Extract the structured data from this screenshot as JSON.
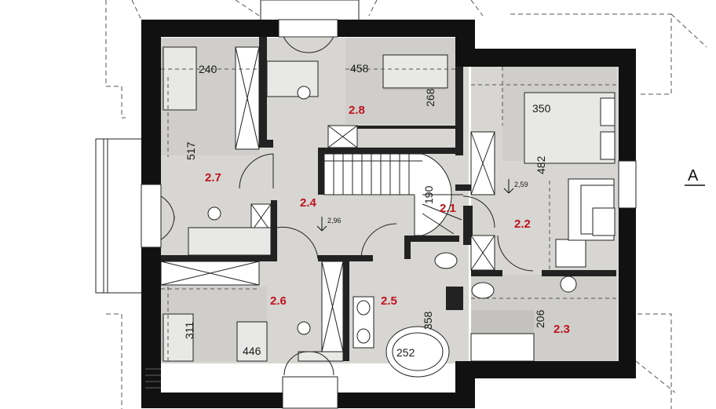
{
  "colors": {
    "wall": "#111111",
    "floor": "#d7d6d2",
    "floor_dark": "#c3c2be",
    "room_label": "#c1121f",
    "line": "#222222",
    "dashed": "#555555"
  },
  "rooms": [
    {
      "id": "2.1",
      "label": "2.1"
    },
    {
      "id": "2.2",
      "label": "2.2"
    },
    {
      "id": "2.3",
      "label": "2.3"
    },
    {
      "id": "2.4",
      "label": "2.4"
    },
    {
      "id": "2.5",
      "label": "2.5"
    },
    {
      "id": "2.6",
      "label": "2.6"
    },
    {
      "id": "2.7",
      "label": "2.7"
    },
    {
      "id": "2.8",
      "label": "2.8"
    }
  ],
  "dimensions": {
    "d240": "240",
    "d458": "458",
    "d268": "268",
    "d517": "517",
    "d350": "350",
    "d482": "482",
    "d190": "190",
    "d311": "311",
    "d446": "446",
    "d358": "358",
    "d252": "252",
    "d206": "206"
  },
  "levels": {
    "level_a": "2,96",
    "level_b": "2,59"
  },
  "section_marker": {
    "label": "A"
  }
}
